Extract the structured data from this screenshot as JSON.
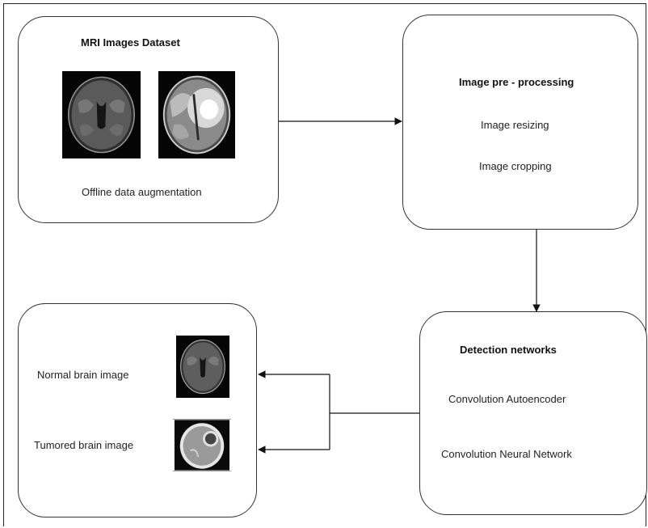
{
  "dataset_box": {
    "title": "MRI Images Dataset",
    "caption": "Offline data augmentation"
  },
  "preprocessing_box": {
    "title": "Image pre - processing",
    "steps": [
      "Image resizing",
      "Image cropping"
    ]
  },
  "detection_box": {
    "title": "Detection networks",
    "models": [
      "Convolution Autoencoder",
      "Convolution Neural Network"
    ]
  },
  "output_box": {
    "labels": [
      "Normal brain image",
      "Tumored brain image"
    ]
  },
  "icons": [
    "mri-scan-normal-icon",
    "mri-scan-tumor-icon",
    "arrow-right-icon",
    "arrow-down-icon",
    "arrow-left-icon"
  ]
}
